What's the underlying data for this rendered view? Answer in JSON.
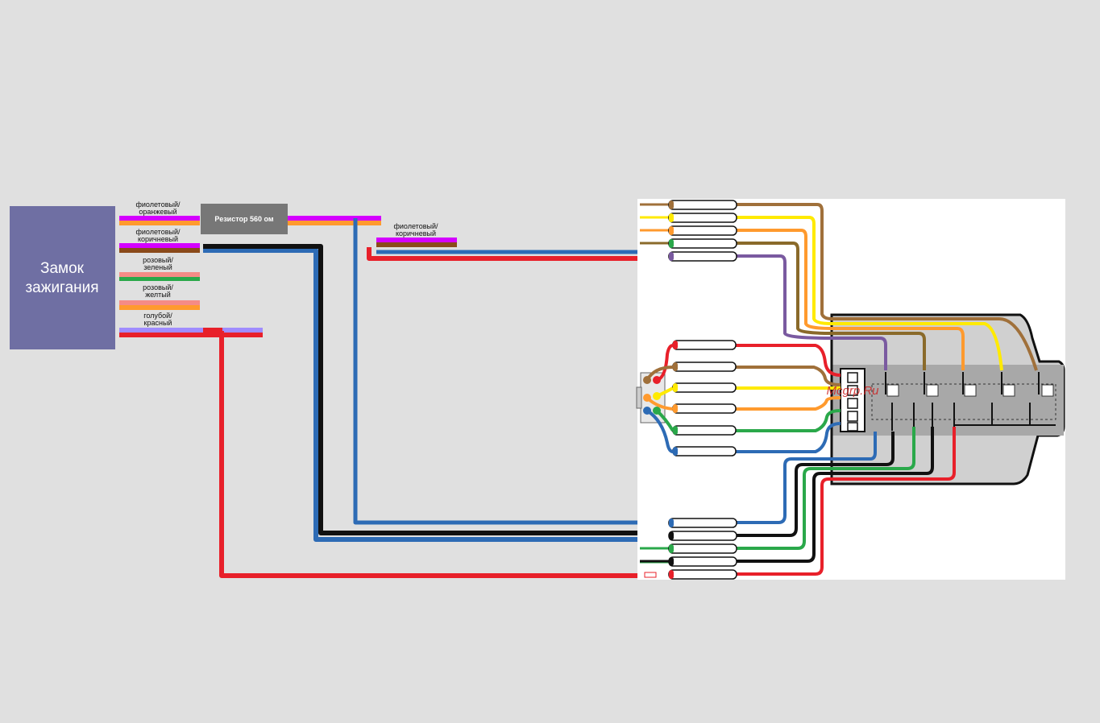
{
  "ignition_lock": {
    "title_line1": "Замок",
    "title_line2": "зажигания"
  },
  "resistor": {
    "label": "Резистор 560 ом"
  },
  "wire_labels": [
    {
      "line1": "фиолетовый/",
      "line2": "оранжевый"
    },
    {
      "line1": "фиолетовый/",
      "line2": "коричневый"
    },
    {
      "line1": "розовый/",
      "line2": "зеленый"
    },
    {
      "line1": "розовый/",
      "line2": "желтый"
    },
    {
      "line1": "голубой/",
      "line2": "красный"
    }
  ],
  "far_label": {
    "line1": "фиолетовый/",
    "line2": "коричневый"
  },
  "watermark": "Mcgrp.Ru",
  "colors": {
    "background": "#e0e0e0",
    "lock_box": "#6f6fa3",
    "resistor_box": "#777777",
    "violet": "#d400ff",
    "orange": "#ff9a2e",
    "brown": "#8a4a1a",
    "pink": "#f58b86",
    "green": "#2aa84a",
    "light_blue": "#a08cff",
    "red": "#e8202a",
    "blue": "#2d6bb5",
    "black": "#111111",
    "yellow": "#ffea00",
    "watermark": "#cc2222"
  }
}
